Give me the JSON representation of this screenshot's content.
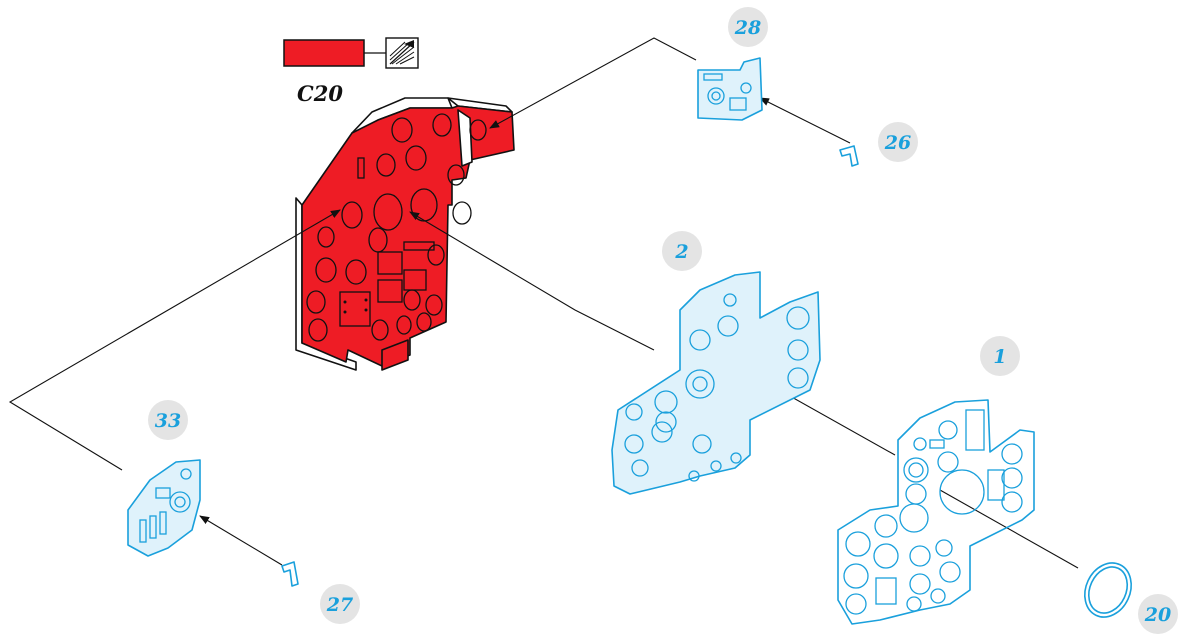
{
  "paint_callout": {
    "code": "C20",
    "swatch_color": "#ee1c25",
    "finish_icon": "airbrush-hatch-icon"
  },
  "part_numbers": {
    "p28": "28",
    "p26": "26",
    "p2": "2",
    "p1": "1",
    "p33": "33",
    "p27": "27",
    "p20": "20"
  },
  "colors": {
    "clear_part": "#1aa0dc",
    "clear_fill": "#dff2fb",
    "badge": "#e4e4e4",
    "line": "#111111"
  }
}
